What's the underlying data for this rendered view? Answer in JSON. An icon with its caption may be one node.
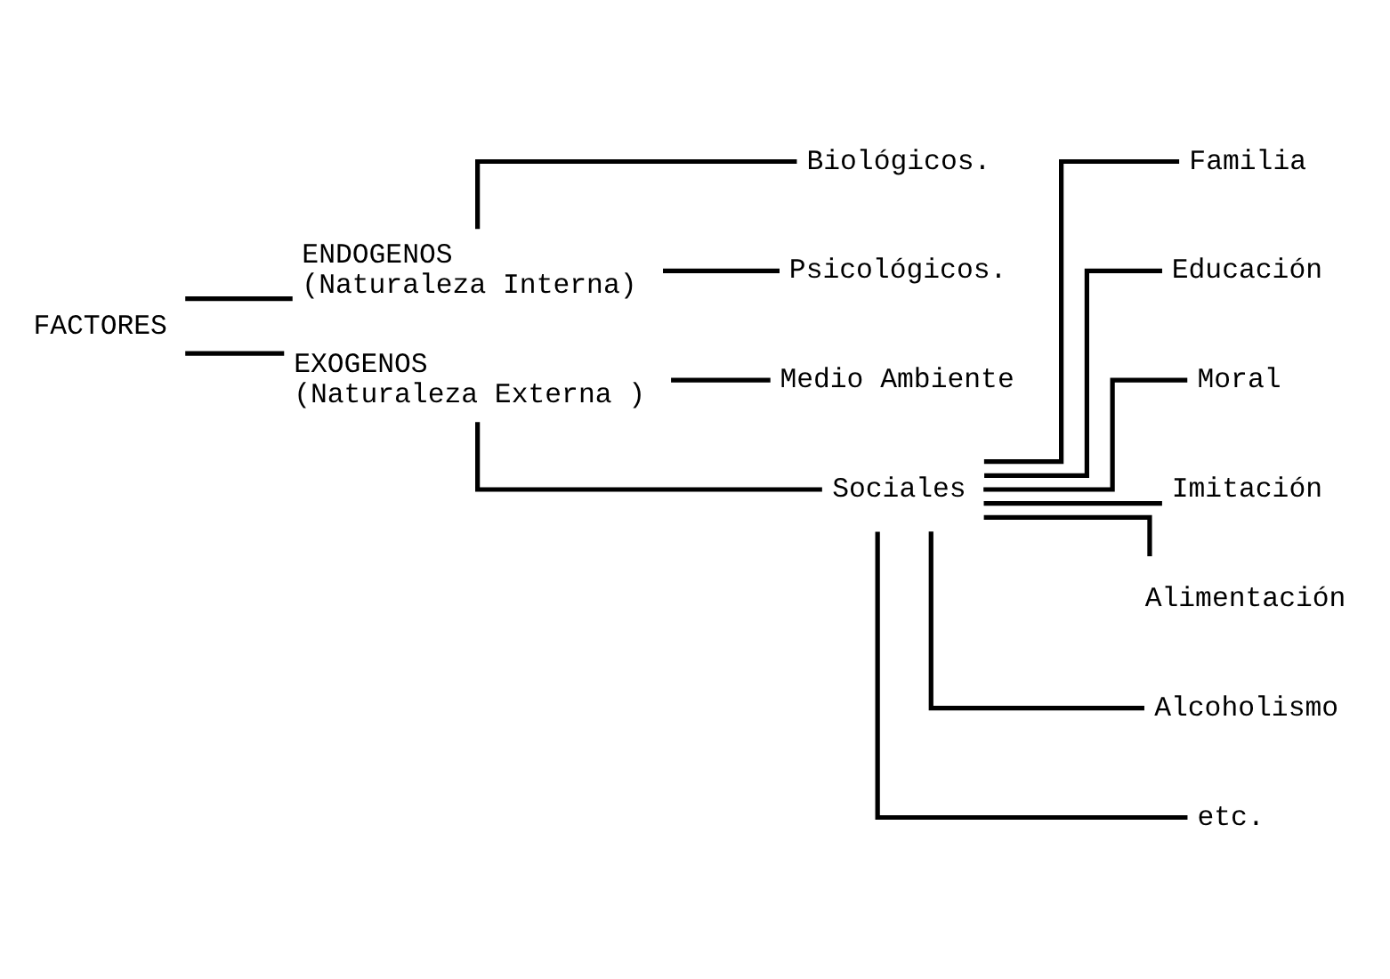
{
  "diagram": {
    "nodes": [
      {
        "text": [
          "FACTORES"
        ]
      },
      {
        "text": [
          "ENDOGENOS",
          "(Naturaleza Interna)"
        ]
      },
      {
        "text": [
          "Biológicos."
        ]
      },
      {
        "text": [
          "Psicológicos."
        ]
      },
      {
        "text": [
          "EXOGENOS",
          "(Naturaleza Externa )"
        ]
      },
      {
        "text": [
          "Medio Ambiente"
        ]
      },
      {
        "text": [
          "Sociales"
        ]
      },
      {
        "text": [
          "Familia"
        ]
      },
      {
        "text": [
          "Educación"
        ]
      },
      {
        "text": [
          "Moral"
        ]
      },
      {
        "text": [
          "Imitación"
        ]
      },
      {
        "text": [
          "Alimentación"
        ]
      },
      {
        "text": [
          "Alcoholismo"
        ]
      },
      {
        "text": [
          "etc."
        ]
      }
    ],
    "edges": [
      {
        "from": 0,
        "to": 1,
        "arrow": "none"
      },
      {
        "from": 0,
        "to": 4,
        "arrow": "none"
      },
      {
        "from": 1,
        "to": 2,
        "arrow": "none"
      },
      {
        "from": 1,
        "to": 3,
        "arrow": "none"
      },
      {
        "from": 4,
        "to": 5,
        "arrow": "none"
      },
      {
        "from": 4,
        "to": 6,
        "arrow": "none"
      },
      {
        "from": 6,
        "to": 7,
        "arrow": "none"
      },
      {
        "from": 6,
        "to": 8,
        "arrow": "none"
      },
      {
        "from": 6,
        "to": 9,
        "arrow": "none"
      },
      {
        "from": 6,
        "to": 10,
        "arrow": "none"
      },
      {
        "from": 6,
        "to": 11,
        "arrow": "none"
      },
      {
        "from": 6,
        "to": 12,
        "arrow": "none"
      },
      {
        "from": 6,
        "to": 13,
        "arrow": "none"
      }
    ]
  }
}
